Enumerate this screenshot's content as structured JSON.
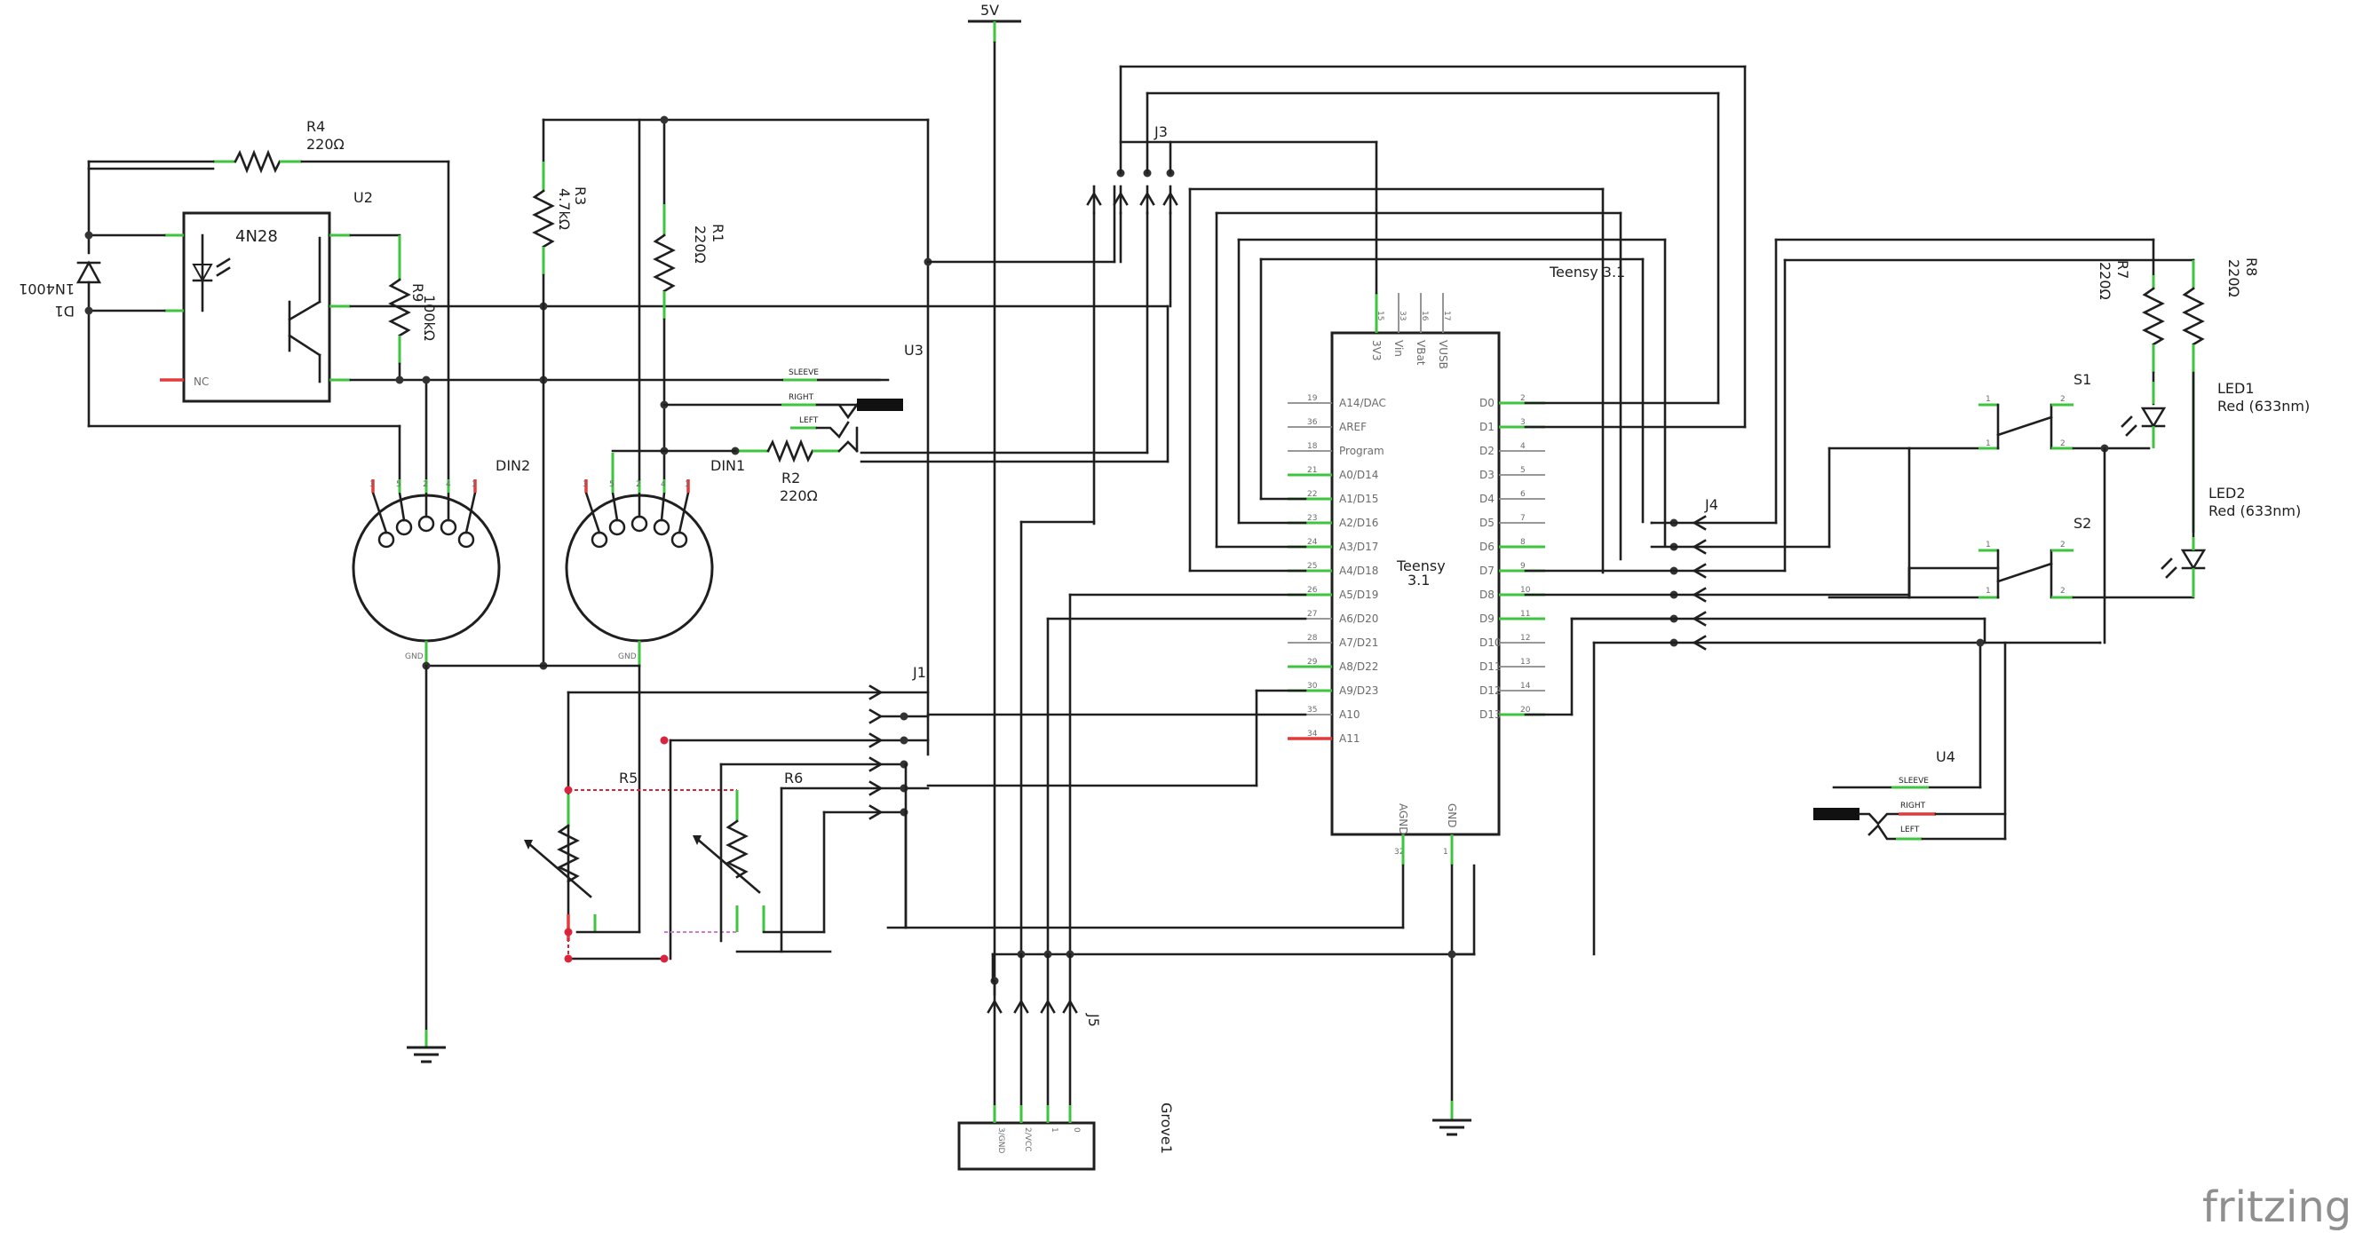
{
  "supply": {
    "label": "5V"
  },
  "u2": {
    "ref": "U2",
    "part": "4N28",
    "nc": "NC"
  },
  "r4": {
    "ref": "R4",
    "value": "220Ω"
  },
  "r3": {
    "ref": "R3",
    "value": "4.7kΩ"
  },
  "r1": {
    "ref": "R1",
    "value": "220Ω"
  },
  "r9": {
    "ref": "R9",
    "value": "100kΩ"
  },
  "r2": {
    "ref": "R2",
    "value": "220Ω"
  },
  "r7": {
    "ref": "R7",
    "value": "220Ω"
  },
  "r8": {
    "ref": "R8",
    "value": "220Ω"
  },
  "r5": {
    "ref": "R5"
  },
  "r6": {
    "ref": "R6"
  },
  "d1": {
    "ref": "D1",
    "part": "1N4001"
  },
  "u3": {
    "ref": "U3",
    "sleeve": "SLEEVE",
    "right": "RIGHT",
    "left": "LEFT"
  },
  "u4": {
    "ref": "U4",
    "sleeve": "SLEEVE",
    "right": "RIGHT",
    "left": "LEFT"
  },
  "din1": {
    "ref": "DIN1",
    "gnd": "GND"
  },
  "din2": {
    "ref": "DIN2",
    "gnd": "GND"
  },
  "j1": {
    "ref": "J1"
  },
  "j3": {
    "ref": "J3"
  },
  "j4": {
    "ref": "J4"
  },
  "j5": {
    "ref": "J5"
  },
  "teensy": {
    "title": "Teensy 3.1",
    "name_line1": "Teensy",
    "name_line2": "3.1",
    "top_pins": [
      "3V3",
      "Vin",
      "VBat",
      "VUSB"
    ],
    "top_pin_nums": [
      "15",
      "33",
      "16",
      "17"
    ],
    "left_pins": [
      "A14/DAC",
      "AREF",
      "Program",
      "A0/D14",
      "A1/D15",
      "A2/D16",
      "A3/D17",
      "A4/D18",
      "A5/D19",
      "A6/D20",
      "A7/D21",
      "A8/D22",
      "A9/D23",
      "A10",
      "A11"
    ],
    "left_pin_nums": [
      "19",
      "36",
      "18",
      "21",
      "22",
      "23",
      "24",
      "25",
      "26",
      "27",
      "28",
      "29",
      "30",
      "35",
      "34"
    ],
    "right_pins": [
      "D0",
      "D1",
      "D2",
      "D3",
      "D4",
      "D5",
      "D6",
      "D7",
      "D8",
      "D9",
      "D10",
      "D11",
      "D12",
      "D13"
    ],
    "right_pin_nums": [
      "2",
      "3",
      "4",
      "5",
      "6",
      "7",
      "8",
      "9",
      "10",
      "11",
      "12",
      "13",
      "14",
      "20"
    ],
    "bottom_pins": [
      "AGND",
      "GND"
    ],
    "bottom_pin_nums": [
      "32",
      "1"
    ]
  },
  "grove": {
    "ref": "Grove1",
    "pins": [
      "3/GND",
      "2/VCC",
      "1",
      "0"
    ]
  },
  "s1": {
    "ref": "S1"
  },
  "s2": {
    "ref": "S2"
  },
  "led1": {
    "ref": "LED1",
    "color": "Red (633nm)"
  },
  "led2": {
    "ref": "LED2",
    "color": "Red (633nm)"
  },
  "watermark": "fritzing"
}
